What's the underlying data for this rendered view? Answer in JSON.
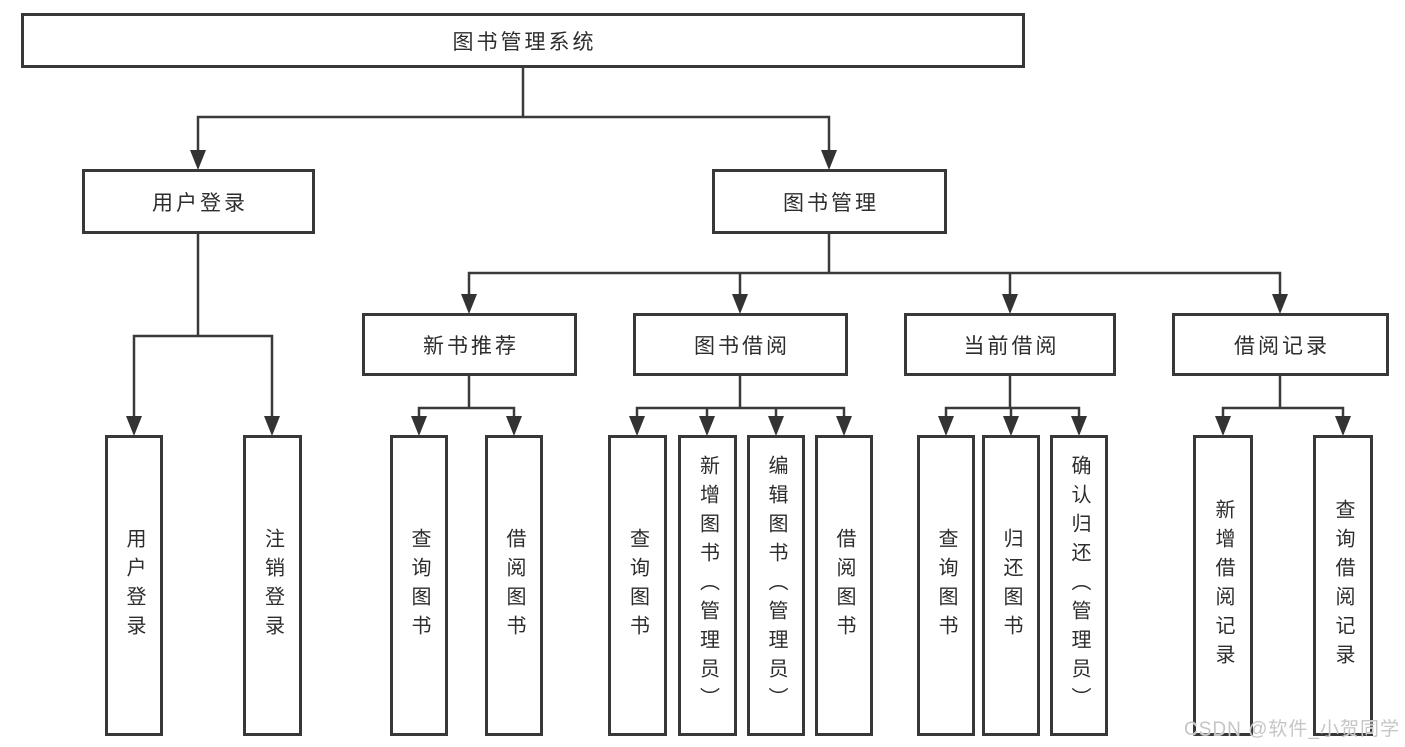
{
  "diagram": {
    "type": "hierarchy-tree",
    "colors": {
      "line": "#3a3a3a",
      "box_border": "#383838",
      "text": "#2d2d2d",
      "background": "#ffffff",
      "watermark_text": "#c6c6c6"
    },
    "root": {
      "label": "图书管理系统",
      "children": [
        {
          "label": "用户登录",
          "children": [
            {
              "label": "用户登录"
            },
            {
              "label": "注销登录"
            }
          ]
        },
        {
          "label": "图书管理",
          "children": [
            {
              "label": "新书推荐",
              "children": [
                {
                  "label": "查询图书"
                },
                {
                  "label": "借阅图书"
                }
              ]
            },
            {
              "label": "图书借阅",
              "children": [
                {
                  "label": "查询图书"
                },
                {
                  "label": "新增图书（管理员）"
                },
                {
                  "label": "编辑图书（管理员）"
                },
                {
                  "label": "借阅图书"
                }
              ]
            },
            {
              "label": "当前借阅",
              "children": [
                {
                  "label": "查询图书"
                },
                {
                  "label": "归还图书"
                },
                {
                  "label": "确认归还（管理员）"
                }
              ]
            },
            {
              "label": "借阅记录",
              "children": [
                {
                  "label": "新增借阅记录"
                },
                {
                  "label": "查询借阅记录"
                }
              ]
            }
          ]
        }
      ]
    }
  },
  "watermark": {
    "text": "CSDN @软件_小贺同学"
  }
}
